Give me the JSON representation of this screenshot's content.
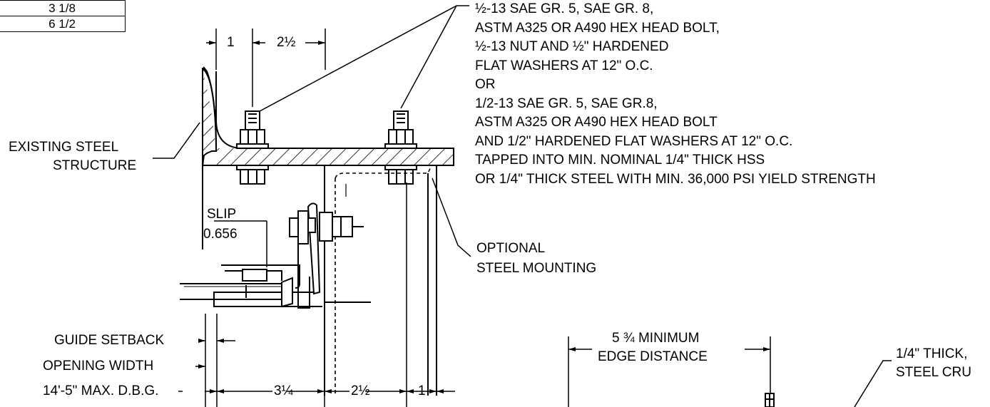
{
  "table": {
    "rows": [
      "3 1/8",
      "6 1/2"
    ]
  },
  "note_lines": [
    "½-13 SAE GR. 5, SAE GR. 8,",
    "ASTM A325 OR A490 HEX HEAD BOLT,",
    "½-13 NUT AND ½\" HARDENED",
    "FLAT WASHERS AT 12\" O.C.",
    "OR",
    "1/2-13 SAE GR. 5, SAE GR.8,",
    "ASTM A325 OR A490 HEX HEAD BOLT",
    "AND 1/2\" HARDENED FLAT WASHERS AT 12\" O.C.",
    "TAPPED INTO MIN. NOMINAL 1/4\" THICK HSS",
    "OR 1/4\" THICK STEEL WITH MIN. 36,000 PSI YIELD STRENGTH"
  ],
  "labels": {
    "existing_steel_1": "EXISTING STEEL",
    "existing_steel_2": "STRUCTURE",
    "slip": "SLIP",
    "slip_value": "0.656",
    "optional_1": "OPTIONAL",
    "optional_2": "STEEL MOUNTING",
    "guide_setback": "GUIDE SETBACK",
    "opening_width": "OPENING WIDTH",
    "dbg": "14'-5\" MAX. D.B.G.",
    "edge_1": "5 ¾ MINIMUM",
    "edge_2": "EDGE DISTANCE",
    "plate_1": "1/4\" THICK,",
    "plate_2": "STEEL CRU"
  },
  "dimensions": {
    "top_left": "1",
    "top_right": "2½",
    "bottom_a": "3¼",
    "bottom_b": "2½",
    "bottom_c": "1"
  }
}
